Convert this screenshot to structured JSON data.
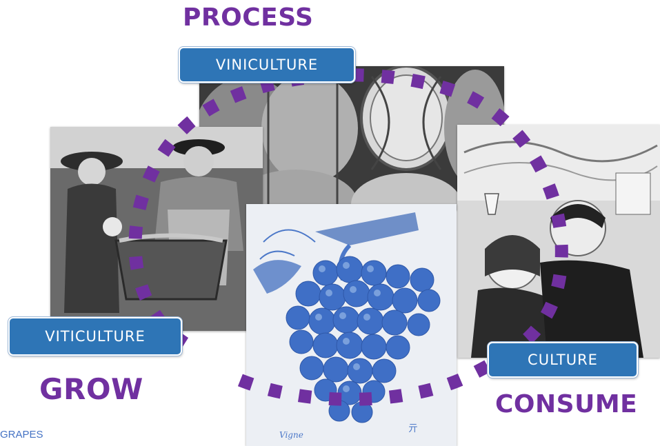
{
  "stages": {
    "process": {
      "word": "PROCESS",
      "label": "VINICULTURE"
    },
    "grow": {
      "word": "GROW",
      "label": "VITICULTURE"
    },
    "consume": {
      "word": "CONSUME",
      "label": "CULTURE"
    }
  },
  "footer": {
    "text": "GRAPES"
  },
  "images": {
    "harvest": "harvest-workers-photo",
    "barrels": "wine-barrels-photo",
    "poster": "couple-toasting-poster",
    "grape": "grape-cluster-illustration",
    "grape_caption": "Vigne"
  },
  "colors": {
    "stage_word": "#7030a0",
    "label_bg": "#2e75b6",
    "label_text": "#ffffff",
    "dash": "#7030a0",
    "footer_text": "#4472c4",
    "grape_tint": "#4c78c8"
  }
}
